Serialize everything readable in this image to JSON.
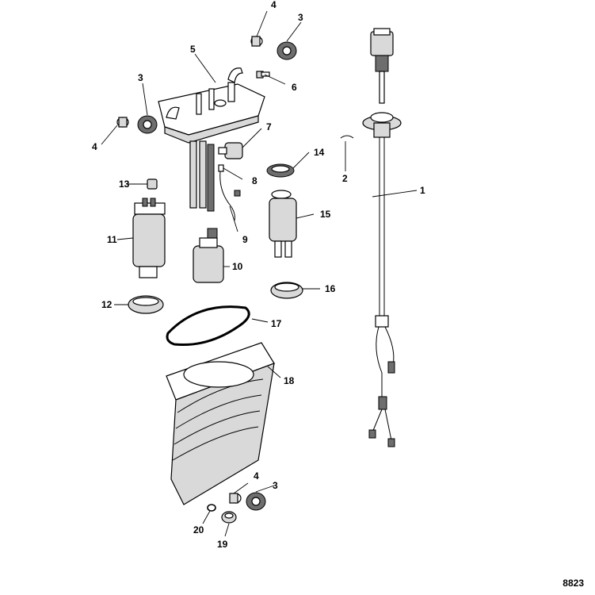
{
  "figure_number": "8823",
  "callouts": {
    "c1": "1",
    "c2": "2",
    "c3a": "3",
    "c3b": "3",
    "c3c": "3",
    "c4a": "4",
    "c4b": "4",
    "c4c": "4",
    "c5": "5",
    "c6": "6",
    "c7": "7",
    "c8": "8",
    "c9": "9",
    "c10": "10",
    "c11": "11",
    "c12": "12",
    "c13": "13",
    "c14": "14",
    "c15": "15",
    "c16": "16",
    "c17": "17",
    "c18": "18",
    "c19": "19",
    "c20": "20"
  }
}
